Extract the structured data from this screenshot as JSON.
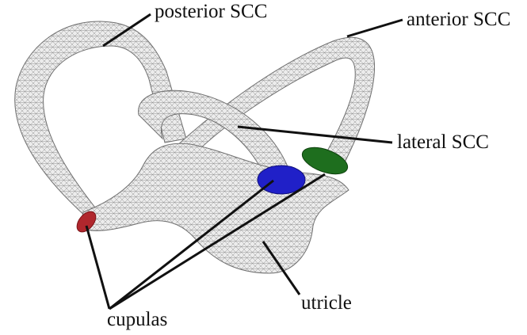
{
  "labels": {
    "posterior": "posterior SCC",
    "anterior": "anterior SCC",
    "lateral": "lateral SCC",
    "utricle": "utricle",
    "cupulas": "cupulas"
  },
  "colors": {
    "background": "#ffffff",
    "mesh_fill": "#e8e8e8",
    "mesh_line": "#8a8a8a",
    "leader_line": "#111111",
    "cupula_posterior": "#b0272d",
    "cupula_lateral": "#2020c8",
    "cupula_anterior": "#1e6e1e"
  }
}
